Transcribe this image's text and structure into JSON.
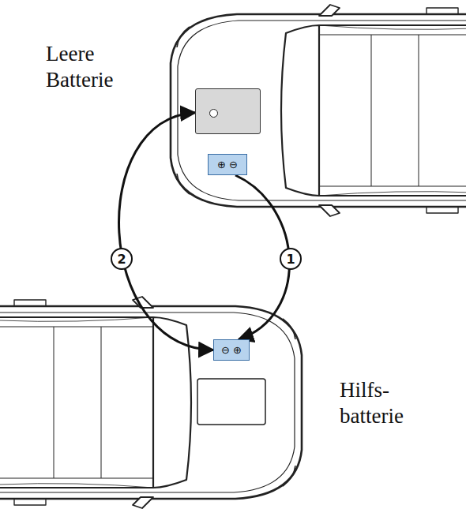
{
  "diagram": {
    "nodes": [
      {
        "text": [
          "⊕",
          "⊖"
        ]
      },
      {
        "text": []
      },
      {
        "text": [
          "⊖",
          "⊕"
        ]
      }
    ],
    "edges": [
      {
        "from": 0,
        "to": 2,
        "arrow": "to",
        "label": "1"
      },
      {
        "from": 2,
        "to": 1,
        "arrow": "both",
        "label": "2"
      }
    ],
    "labels": [
      "Leere Batterie",
      "Hilfs- batterie"
    ]
  }
}
